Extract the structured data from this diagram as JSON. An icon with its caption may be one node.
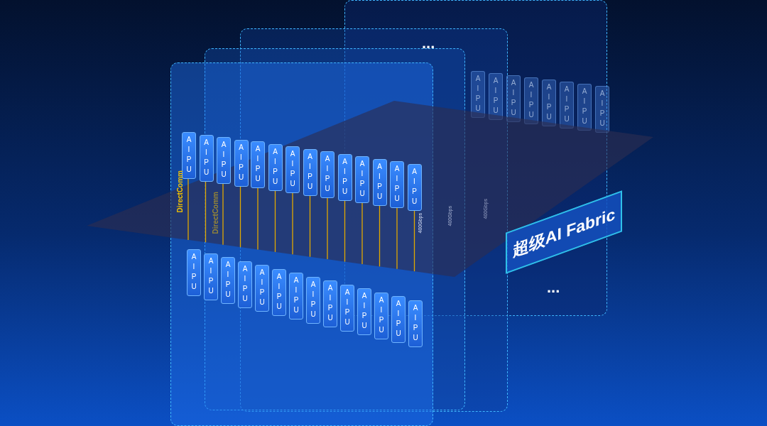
{
  "diagram": {
    "nodes": [
      {
        "text": [],
        "shape": "box"
      },
      {
        "text": [
          "AIPU"
        ]
      },
      {
        "text": [
          "AIPU"
        ]
      },
      {
        "text": [
          "AIPU"
        ]
      },
      {
        "text": [
          "AIPU"
        ]
      },
      {
        "text": [
          "AIPU"
        ]
      },
      {
        "text": [
          "AIPU"
        ]
      },
      {
        "text": [
          "AIPU"
        ]
      },
      {
        "text": [
          "AIPU"
        ]
      },
      {
        "text": [
          "AIPU"
        ],
        "in": 0
      },
      {
        "text": [
          "AIPU"
        ],
        "in": 0
      },
      {
        "text": [
          "AIPU"
        ],
        "in": 0
      },
      {
        "text": [
          "AIPU"
        ],
        "in": 0
      },
      {
        "text": [
          "AIPU"
        ]
      },
      {
        "text": [
          "AIPU"
        ]
      },
      {
        "text": [
          "AIPU"
        ]
      },
      {
        "text": [
          "AIPU"
        ]
      },
      {
        "text": [
          "AIPU"
        ]
      },
      {
        "text": [
          "AIPU"
        ]
      },
      {
        "text": [
          "AIPU"
        ]
      },
      {
        "text": [
          "AIPU"
        ]
      },
      {
        "text": [
          "AIPU"
        ]
      },
      {
        "text": [
          "AIPU"
        ]
      },
      {
        "text": [
          "AIPU"
        ],
        "in": 0
      },
      {
        "text": [
          "AIPU"
        ],
        "in": 0
      },
      {
        "text": [
          "AIPU"
        ],
        "in": 0
      },
      {
        "text": [
          "AIPU"
        ],
        "in": 0
      },
      {
        "text": [
          "AIPU"
        ],
        "in": 0
      },
      {
        "text": [
          "AIPU"
        ],
        "in": 0
      },
      {
        "text": [
          "AIPU"
        ],
        "in": 0
      },
      {
        "text": [
          "AIPU"
        ],
        "in": 0
      },
      {
        "text": [
          "AIPU"
        ],
        "in": 0
      },
      {
        "text": [
          "AIPU"
        ],
        "in": 0
      },
      {
        "text": [
          "AIPU"
        ],
        "in": 0
      },
      {
        "text": [
          "AIPU"
        ],
        "in": 0
      },
      {
        "text": [
          "AIPU"
        ],
        "in": 0
      },
      {
        "text": [
          "AIPU"
        ],
        "in": 0
      },
      {
        "text": [],
        "shape": "plane"
      },
      {
        "text": [
          "超级AI Fabric"
        ]
      }
    ],
    "edges": [
      {
        "from": 9,
        "to": 37,
        "arrow": "none"
      },
      {
        "from": 10,
        "to": 37,
        "arrow": "none"
      },
      {
        "from": 11,
        "to": 37,
        "arrow": "none"
      },
      {
        "from": 12,
        "to": 37,
        "arrow": "none"
      },
      {
        "from": 13,
        "to": 37,
        "arrow": "none"
      },
      {
        "from": 14,
        "to": 37,
        "arrow": "none"
      },
      {
        "from": 15,
        "to": 37,
        "arrow": "none"
      },
      {
        "from": 16,
        "to": 37,
        "arrow": "none"
      },
      {
        "from": 17,
        "to": 37,
        "arrow": "none"
      },
      {
        "from": 18,
        "to": 37,
        "arrow": "none"
      },
      {
        "from": 19,
        "to": 37,
        "arrow": "none"
      },
      {
        "from": 20,
        "to": 37,
        "arrow": "none"
      },
      {
        "from": 21,
        "to": 37,
        "arrow": "none"
      },
      {
        "from": 22,
        "to": 37,
        "arrow": "none"
      }
    ],
    "labels": [
      "...",
      "DirectComm",
      "DirectComm",
      "400Gbps",
      "400Gbps",
      "400Gbps",
      "..."
    ]
  }
}
